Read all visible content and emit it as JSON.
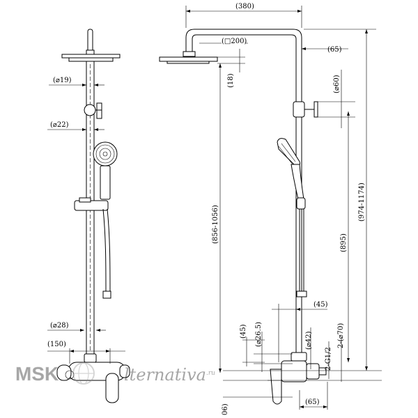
{
  "dimensions": {
    "pipe_dia": "(⌀19)",
    "bar_dia": "(⌀22)",
    "base_dia": "(⌀28)",
    "base_spacing": "(150)",
    "arm_length": "(380)",
    "head_size": "(□200)",
    "head_thick": "(18)",
    "offset_top": "(65)",
    "knob_dia": "(⌀60)",
    "height_range_left": "(856-1056)",
    "height_mid": "(895)",
    "height_range_right": "(974-1174)",
    "offset_45_top": "(45)",
    "offset_45_side": "(45)",
    "dia_26": "(⌀26.5)",
    "dia_42": "(⌀42)",
    "thread": "2-G1/2",
    "dia_70": "2-(⌀70)",
    "offset_65_bottom": "(65)",
    "cut_label": "06)"
  },
  "watermark": {
    "left": "MSK",
    "right": "lternativa",
    "suffix": ".ru"
  }
}
